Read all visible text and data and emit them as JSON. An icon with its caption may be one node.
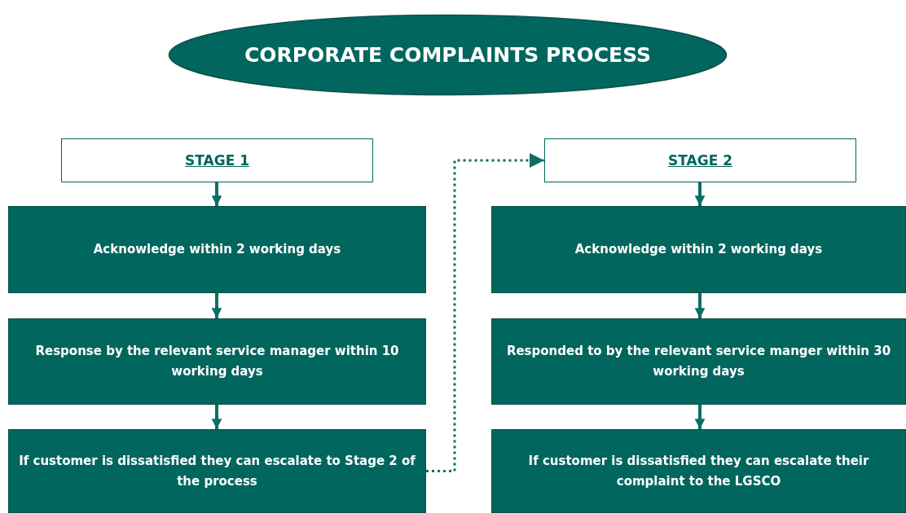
{
  "diagram": {
    "title": "CORPORATE COMPLAINTS PROCESS",
    "nodes": [
      {
        "text": [
          "STAGE 1"
        ]
      },
      {
        "text": [
          "Acknowledge within 2 working days"
        ]
      },
      {
        "text": [
          "Response by the relevant service manager within 10 working days"
        ]
      },
      {
        "text": [
          "If customer is dissatisfied they can escalate to Stage 2 of the process"
        ]
      },
      {
        "text": [
          "STAGE 2"
        ]
      },
      {
        "text": [
          "Acknowledge within 2 working days"
        ]
      },
      {
        "text": [
          "Responded to by the relevant service manger within 30 working days"
        ]
      },
      {
        "text": [
          "If customer is dissatisfied they can escalate their complaint to the LGSCO"
        ]
      }
    ],
    "edges": [
      {
        "from": 0,
        "to": 1,
        "arrow": "to"
      },
      {
        "from": 1,
        "to": 2,
        "arrow": "to"
      },
      {
        "from": 2,
        "to": 3,
        "arrow": "to"
      },
      {
        "from": 3,
        "to": 4,
        "arrow": "to",
        "style": "dashed"
      },
      {
        "from": 4,
        "to": 5,
        "arrow": "to"
      },
      {
        "from": 5,
        "to": 6,
        "arrow": "to"
      },
      {
        "from": 6,
        "to": 7,
        "arrow": "to"
      }
    ]
  }
}
